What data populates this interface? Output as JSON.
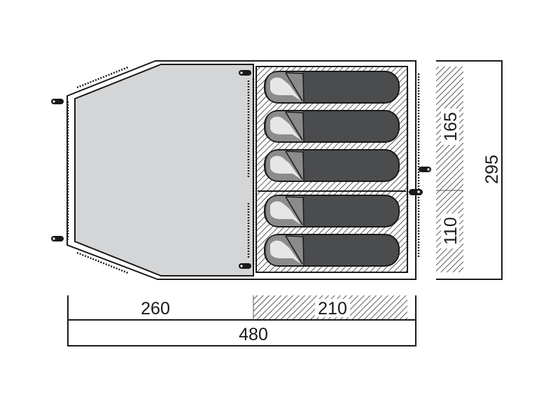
{
  "diagram": {
    "type": "tent-floor-plan",
    "dimensions": {
      "vestibule_length": "260",
      "bedroom_length": "210",
      "total_length": "480",
      "bedroom_upper_width": "165",
      "bedroom_lower_width": "110",
      "total_width": "295"
    },
    "sleeping_bags": 5,
    "colors": {
      "outline": "#1a1a1a",
      "vestibule_floor": "#d4d5d6",
      "sleeping_bag": "#4b4c4e",
      "bag_hood": "#8a8b8d",
      "head": "#e6e6e6"
    }
  }
}
